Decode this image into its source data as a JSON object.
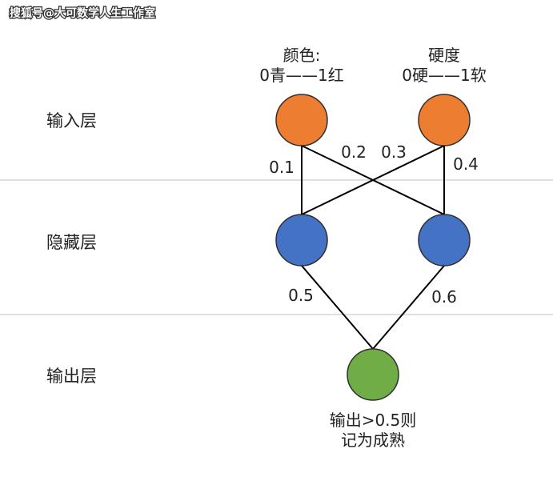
{
  "watermark": "搜狐号@大可数学人生工作室",
  "layers": {
    "input": "输入层",
    "hidden": "隐藏层",
    "output": "输出层"
  },
  "inputs": {
    "color_title": "颜色:",
    "color_range": "0青——1红",
    "hardness_title": "硬度",
    "hardness_range": "0硬——1软"
  },
  "weights": {
    "w1": "0.1",
    "w2": "0.2",
    "w3": "0.3",
    "w4": "0.4",
    "w5": "0.5",
    "w6": "0.6"
  },
  "output": {
    "line1": "输出>0.5则",
    "line2": "记为成熟"
  },
  "colors": {
    "input_node": "#ED7D31",
    "hidden_node": "#4472C4",
    "output_node": "#70AD47",
    "divider": "#BFBFBF",
    "edge": "#000000"
  }
}
